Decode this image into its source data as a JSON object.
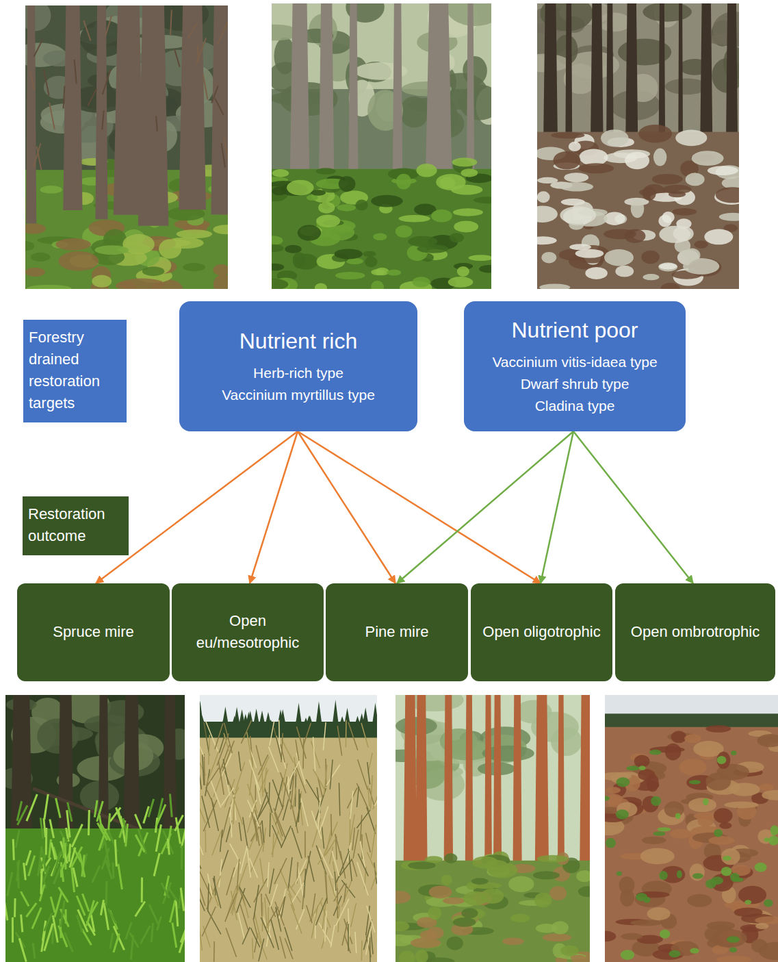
{
  "diagram": {
    "nodes": [
      {
        "text": [
          "Forestry drained restoration targets"
        ]
      },
      {
        "text": [
          "Nutrient rich",
          "Herb-rich type",
          "Vaccinium myrtillus type"
        ]
      },
      {
        "text": [
          "Nutrient poor",
          "Vaccinium vitis-idaea type",
          "Dwarf shrub type",
          "Cladina type"
        ]
      },
      {
        "text": [
          "Restoration outcome"
        ]
      },
      {
        "text": [
          "Spruce mire"
        ]
      },
      {
        "text": [
          "Open eu/mesotrophic"
        ]
      },
      {
        "text": [
          "Pine mire"
        ]
      },
      {
        "text": [
          "Open oligotrophic"
        ]
      },
      {
        "text": [
          "Open ombrotrophic"
        ]
      }
    ],
    "edges": [
      {
        "from": 1,
        "to": 4,
        "arrow": "to"
      },
      {
        "from": 1,
        "to": 5,
        "arrow": "to"
      },
      {
        "from": 1,
        "to": 6,
        "arrow": "to"
      },
      {
        "from": 1,
        "to": 7,
        "arrow": "to"
      },
      {
        "from": 2,
        "to": 6,
        "arrow": "to"
      },
      {
        "from": 2,
        "to": 7,
        "arrow": "to"
      },
      {
        "from": 2,
        "to": 8,
        "arrow": "to"
      }
    ]
  }
}
